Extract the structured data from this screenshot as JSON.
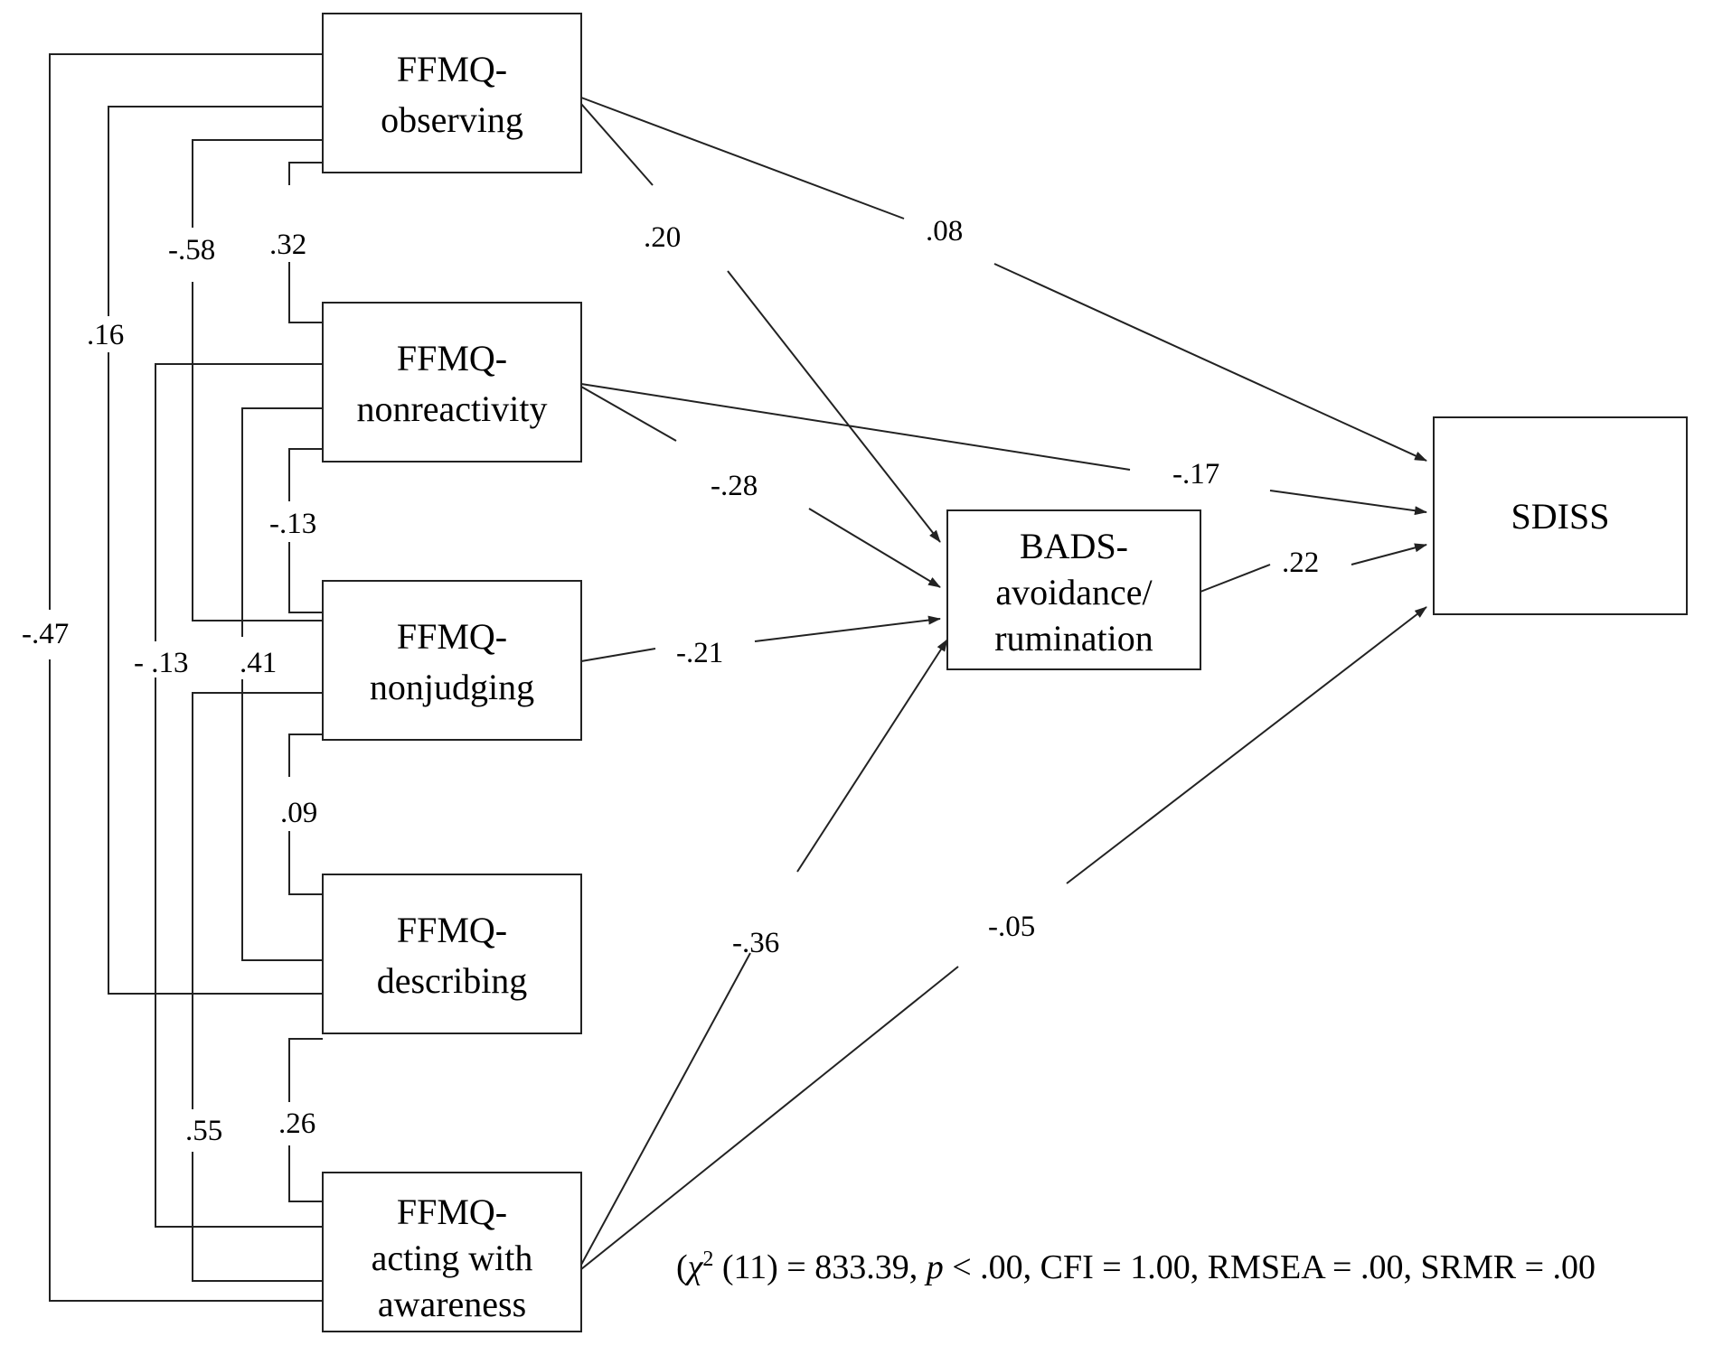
{
  "nodes": {
    "observing": [
      "FFMQ-",
      "observing"
    ],
    "nonreactivity": [
      "FFMQ-",
      "nonreactivity"
    ],
    "nonjudging": [
      "FFMQ-",
      "nonjudging"
    ],
    "describing": [
      "FFMQ-",
      "describing"
    ],
    "acting": [
      "FFMQ-",
      "acting with",
      "awareness"
    ],
    "bads": [
      "BADS-",
      "avoidance/",
      "rumination"
    ],
    "sdiss": [
      "SDISS"
    ]
  },
  "paths": {
    "obs_bads": ".20",
    "obs_sdiss": ".08",
    "nonreact_bads": "-.28",
    "nonreact_sdiss": "-.17",
    "nonjudg_bads": "-.21",
    "bads_sdiss": ".22",
    "acting_bads": "-.36",
    "acting_sdiss": "-.05"
  },
  "correlations": {
    "obs_nonreact": ".32",
    "obs_nonjudg": "-.58",
    "obs_describ": ".16",
    "obs_acting": "-.47",
    "nonreact_nonjudg": "-.13",
    "nonreact_describ": ".41",
    "nonreact_acting": "- .13",
    "nonjudg_describ": ".09",
    "nonjudg_acting": ".55",
    "describ_acting": ".26"
  },
  "fit": {
    "open": "(",
    "chi": "χ",
    "sup": "2",
    "df": " (11) = 833.39, ",
    "p": "p",
    "rest": " < .00, CFI = 1.00, RMSEA = .00, SRMR = .00"
  }
}
